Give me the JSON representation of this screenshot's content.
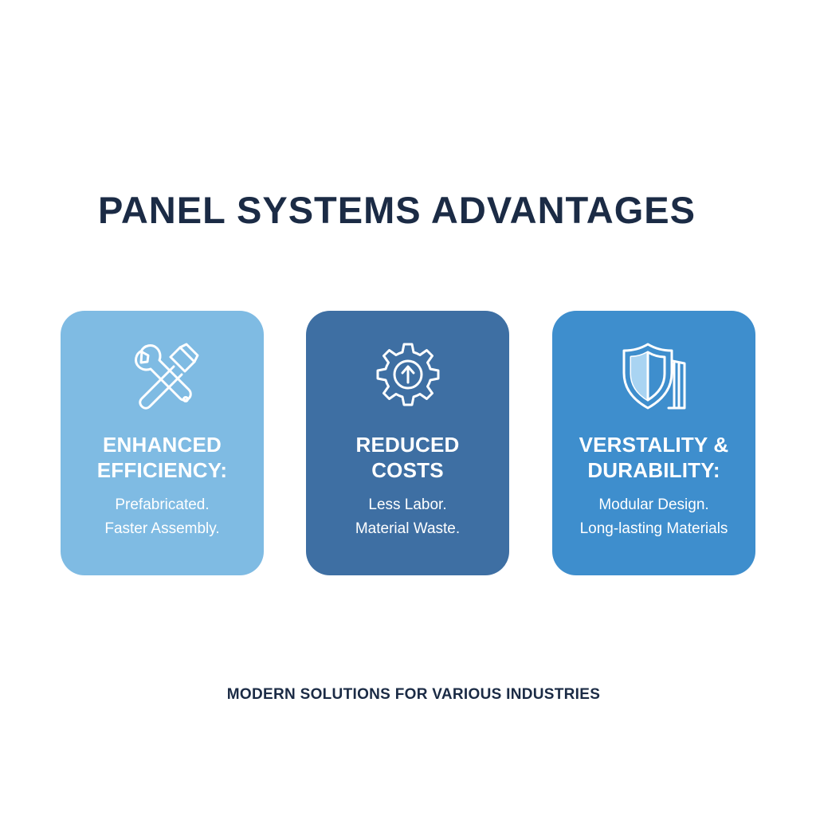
{
  "title": "PANEL SYSTEMS ADVANTAGES",
  "cards": [
    {
      "icon": "tools-icon",
      "heading_lines": [
        "ENHANCED",
        "EFFICIENCY:"
      ],
      "body_lines": [
        "Prefabricated.",
        "Faster Assembly."
      ],
      "color": "#7fbbe3"
    },
    {
      "icon": "gear-arrow-up-icon",
      "heading_lines": [
        "REDUCED",
        "COSTS"
      ],
      "body_lines": [
        "Less Labor.",
        "Material Waste."
      ],
      "color": "#3e6fa3"
    },
    {
      "icon": "shield-panels-icon",
      "heading_lines": [
        "VERSTALITY &",
        "DURABILITY:"
      ],
      "body_lines": [
        "Modular Design.",
        "Long-lasting Materials"
      ],
      "color": "#3e8ecd"
    }
  ],
  "footer": "MODERN SOLUTIONS FOR VARIOUS INDUSTRIES",
  "colors": {
    "text_dark": "#1b2b45",
    "background": "#ffffff"
  }
}
